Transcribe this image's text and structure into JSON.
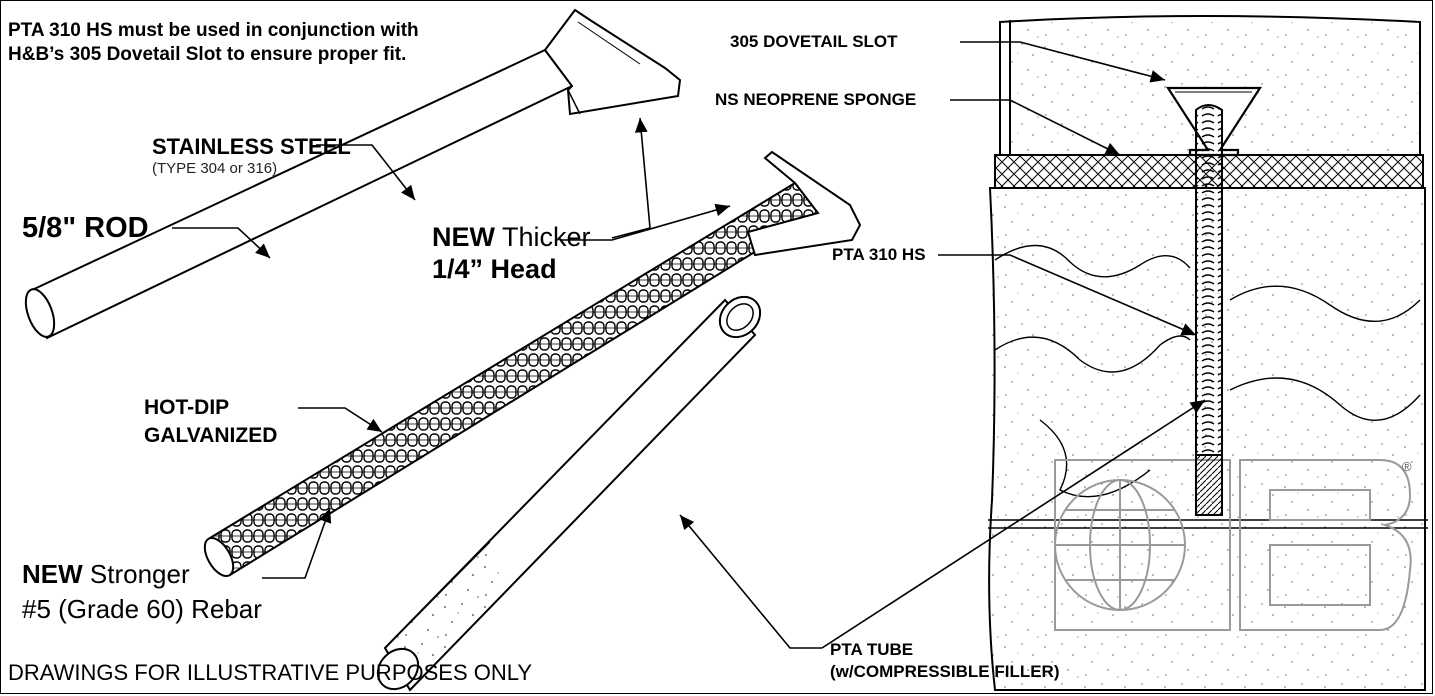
{
  "notes": {
    "fit_line1": "PTA 310 HS must be used in conjunction with",
    "fit_line2": "H&B’s 305 Dovetail Slot to ensure proper fit.",
    "disclaimer": "DRAWINGS FOR ILLUSTRATIVE PURPOSES ONLY"
  },
  "labels": {
    "stainless_steel": "STAINLESS STEEL",
    "stainless_type": "(TYPE 304 or 316)",
    "rod": "5/8\" ROD",
    "new_head_new": "NEW",
    "new_head_rest": " Thicker",
    "head_size": "1/4” Head",
    "hot_dip": "HOT-DIP",
    "galvanized": "GALVANIZED",
    "rebar_new": "NEW",
    "rebar_rest": " Stronger",
    "rebar_spec": "#5 (Grade 60) Rebar",
    "dovetail_slot": "305 DOVETAIL SLOT",
    "neoprene": "NS NEOPRENE SPONGE",
    "pta_310": "PTA 310 HS",
    "pta_tube": "PTA TUBE",
    "filler": "(w/COMPRESSIBLE FILLER)",
    "registered": "®"
  },
  "colors": {
    "ink": "#000000",
    "paper": "#ffffff",
    "logo": "#9a9a9a"
  }
}
